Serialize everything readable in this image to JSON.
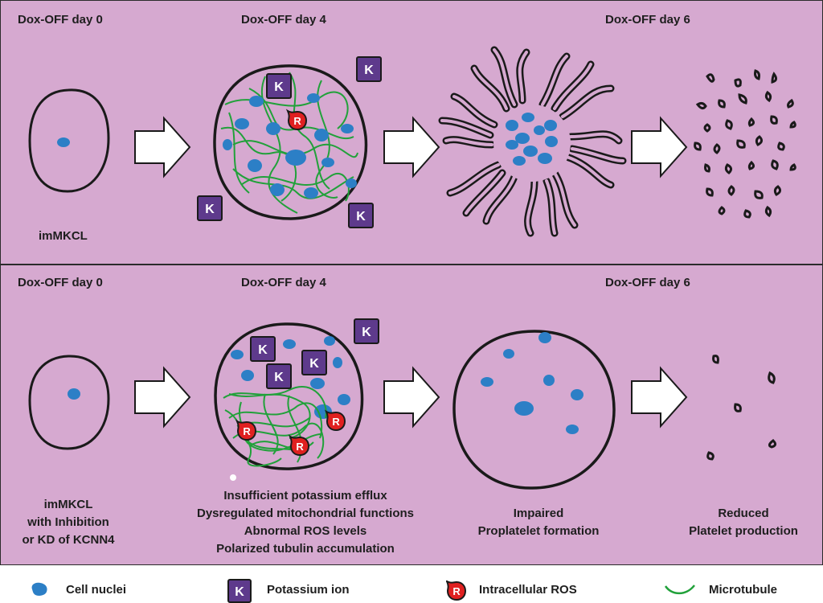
{
  "top_row": {
    "stage_labels": [
      "Dox-OFF day 0",
      "Dox-OFF day 4",
      "Dox-OFF day 6"
    ],
    "caption": "imMKCL"
  },
  "bottom_row": {
    "stage_labels": [
      "Dox-OFF day 0",
      "Dox-OFF day 4",
      "Dox-OFF day 6"
    ],
    "caption_day0": [
      "imMKCL",
      "with Inhibition",
      "or KD of KCNN4"
    ],
    "caption_day4": [
      "Insufficient potassium efflux",
      "Dysregulated mitochondrial functions",
      "Abnormal ROS levels",
      "Polarized tubulin accumulation"
    ],
    "caption_proplatelet": [
      "Impaired",
      "Proplatelet formation"
    ],
    "caption_platelet": [
      "Reduced",
      "Platelet production"
    ]
  },
  "symbols": {
    "potassium": "K",
    "ros": "R"
  },
  "legend": [
    {
      "icon": "cell-nucleus-icon",
      "label": "Cell nuclei"
    },
    {
      "icon": "potassium-ion-icon",
      "label": "Potassium ion"
    },
    {
      "icon": "ros-icon",
      "label": "Intracellular ROS"
    },
    {
      "icon": "microtubule-icon",
      "label": "Microtubule"
    }
  ],
  "colors": {
    "background": "#d6a9d0",
    "nucleus": "#2c7fc6",
    "potassium_fill": "#5e3a8c",
    "ros_fill": "#e02020",
    "microtubule": "#21a13a",
    "outline": "#1a1a1a"
  }
}
